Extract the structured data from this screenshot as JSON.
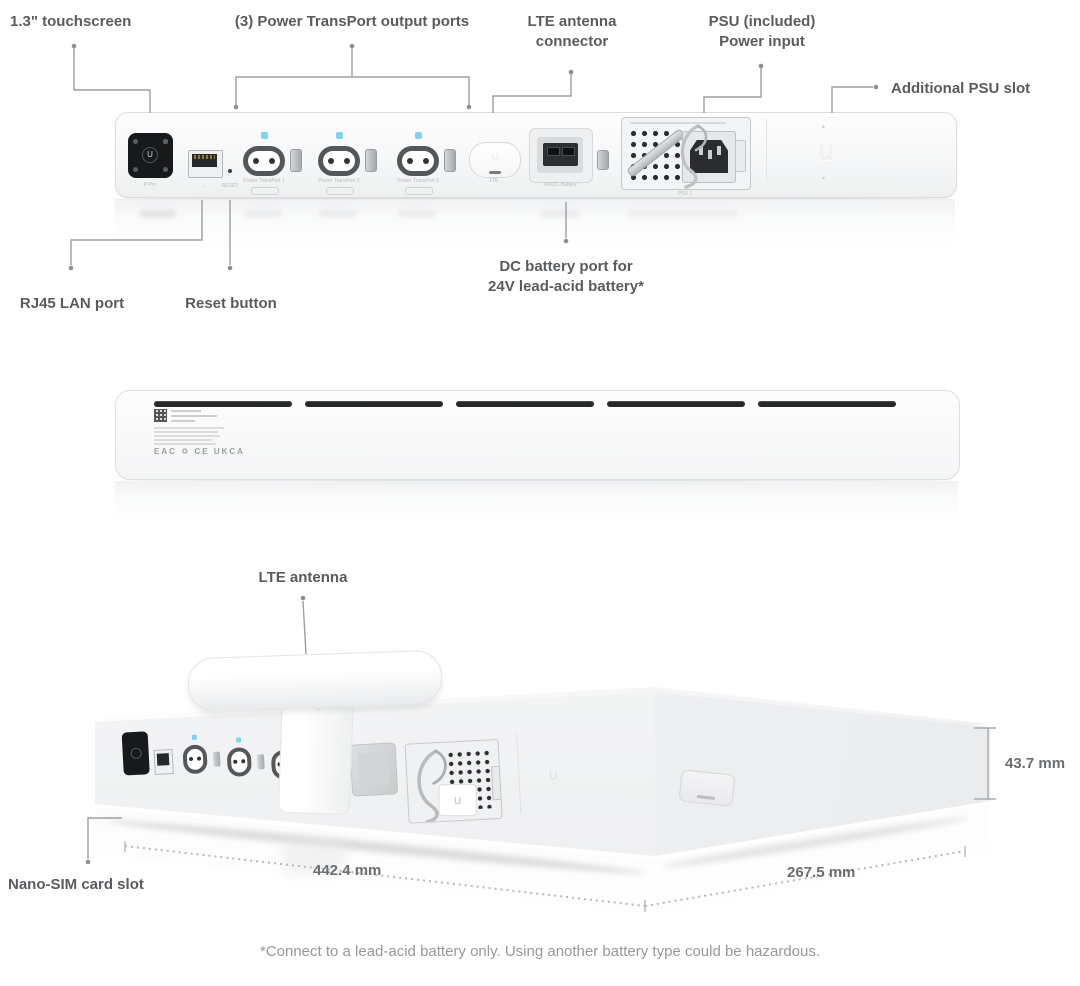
{
  "colors": {
    "led_blue": "#7ed3f1",
    "label_text": "#595c5f",
    "callout_line": "#9b9ea1",
    "screen_black": "#17191b"
  },
  "rear_view": {
    "callout_touchscreen": "1.3\" touchscreen",
    "callout_output_ports": "(3) Power TransPort output ports",
    "callout_lte_line1": "LTE antenna",
    "callout_lte_line2": "connector",
    "callout_psu_line1": "PSU (included)",
    "callout_psu_line2": "Power input",
    "callout_additional_psu": "Additional PSU slot",
    "callout_rj45": "RJ45 LAN port",
    "callout_reset": "Reset button",
    "callout_dc_line1": "DC battery port for",
    "callout_dc_line2": "24V lead-acid battery*",
    "screen_label": "P Pro",
    "screen_logo": "U",
    "lan_label": "↔",
    "reset_label": "RESET",
    "ports": [
      {
        "label": "Power TransPort 1"
      },
      {
        "label": "Power TransPort 2"
      },
      {
        "label": "Power TransPort 3"
      }
    ],
    "lte_label": "LTE",
    "lte_glyph": "u",
    "battery_label": "24VDC Battery",
    "psu_label": "PSU 1",
    "slot_logo": "u",
    "slot_arrow_up": "▴",
    "slot_arrow_down": "▾"
  },
  "bottom_view": {
    "compliance_marks": "EAC ♻ CE UKCA"
  },
  "perspective_view": {
    "callout_antenna": "LTE antenna",
    "callout_sim": "Nano-SIM card slot",
    "dim_height": "43.7 mm",
    "dim_width": "442.4 mm",
    "dim_depth": "267.5 mm",
    "stem_logo": "u",
    "psu_tab_logo": "u",
    "slot_logo": "u"
  },
  "footnote": "*Connect to a lead-acid battery only. Using another battery type could be hazardous."
}
